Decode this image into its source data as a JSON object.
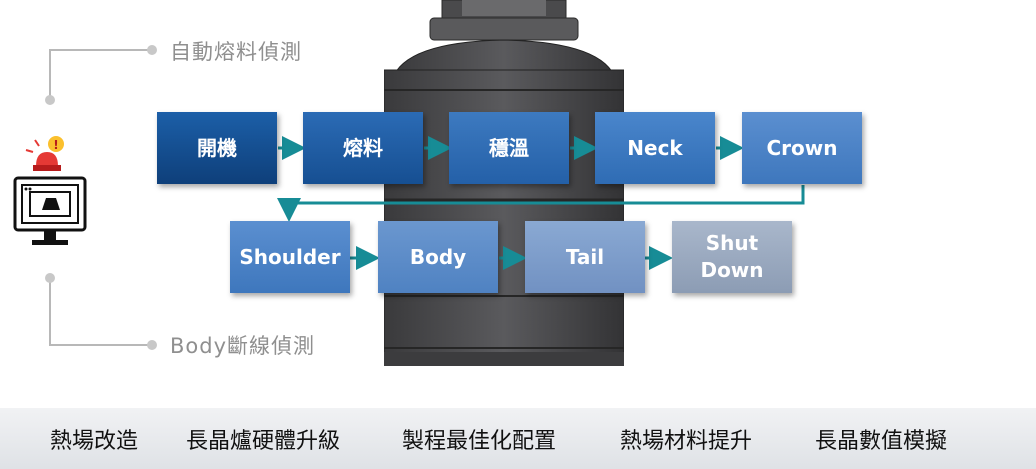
{
  "callouts": {
    "top": "自動熔料偵測",
    "bottom": "Body斷線偵測"
  },
  "steps": [
    {
      "label": "開機"
    },
    {
      "label": "熔料"
    },
    {
      "label": "穩溫"
    },
    {
      "label": "Neck"
    },
    {
      "label": "Crown"
    },
    {
      "label": "Shoulder"
    },
    {
      "label": "Body"
    },
    {
      "label": "Tail"
    },
    {
      "label": "Shut Down"
    }
  ],
  "bottom_bar": [
    "熱場改造",
    "長晶爐硬體升級",
    "製程最佳化配置",
    "熱場材料提升",
    "長晶數值模擬"
  ],
  "icons": {
    "monitor": "alarm-monitor-icon",
    "siren": "siren-icon"
  },
  "colors": {
    "arrow": "#178c96",
    "callout_line": "#b8b8b8"
  }
}
